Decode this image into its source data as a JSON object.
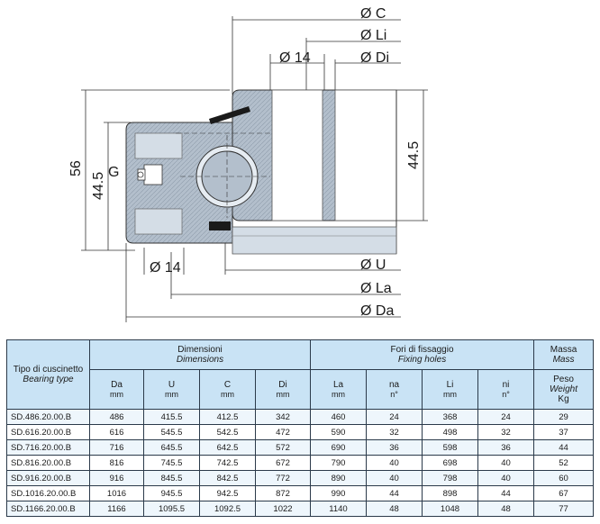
{
  "drawing": {
    "labels": {
      "c": "Ø C",
      "li": "Ø Li",
      "di": "Ø Di",
      "hole_top": "Ø 14",
      "hole_bottom": "Ø 14",
      "u": "Ø U",
      "la": "Ø La",
      "da": "Ø Da",
      "h56": "56",
      "h445_left": "44.5",
      "g": "G",
      "h445_right": "44.5"
    },
    "colors": {
      "section": "#a9b6c4",
      "section_light": "#d4dde6",
      "shim": "#1a1a1a",
      "line": "#333333"
    }
  },
  "table": {
    "headers": {
      "type_it": "Tipo di cuscinetto",
      "type_en": "Bearing type",
      "dim_it": "Dimensioni",
      "dim_en": "Dimensions",
      "fix_it": "Fori di fissaggio",
      "fix_en": "Fixing holes",
      "mass_it": "Massa",
      "mass_en": "Mass",
      "da": "Da",
      "da_u": "mm",
      "u": "U",
      "u_u": "mm",
      "c": "C",
      "c_u": "mm",
      "di": "Di",
      "di_u": "mm",
      "la": "La",
      "la_u": "mm",
      "na": "na",
      "na_u": "n°",
      "li": "Li",
      "li_u": "mm",
      "ni": "ni",
      "ni_u": "n°",
      "peso": "Peso",
      "weight": "Weight",
      "kg": "Kg"
    },
    "rows": [
      [
        "SD.486.20.00.B",
        "486",
        "415.5",
        "412.5",
        "342",
        "460",
        "24",
        "368",
        "24",
        "29"
      ],
      [
        "SD.616.20.00.B",
        "616",
        "545.5",
        "542.5",
        "472",
        "590",
        "32",
        "498",
        "32",
        "37"
      ],
      [
        "SD.716.20.00.B",
        "716",
        "645.5",
        "642.5",
        "572",
        "690",
        "36",
        "598",
        "36",
        "44"
      ],
      [
        "SD.816.20.00.B",
        "816",
        "745.5",
        "742.5",
        "672",
        "790",
        "40",
        "698",
        "40",
        "52"
      ],
      [
        "SD.916.20.00.B",
        "916",
        "845.5",
        "842.5",
        "772",
        "890",
        "40",
        "798",
        "40",
        "60"
      ],
      [
        "SD.1016.20.00.B",
        "1016",
        "945.5",
        "942.5",
        "872",
        "990",
        "44",
        "898",
        "44",
        "67"
      ],
      [
        "SD.1166.20.00.B",
        "1166",
        "1095.5",
        "1092.5",
        "1022",
        "1140",
        "48",
        "1048",
        "48",
        "77"
      ]
    ]
  }
}
